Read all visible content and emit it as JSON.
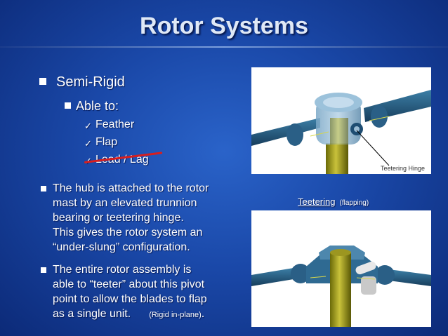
{
  "title": "Rotor Systems",
  "bullets": {
    "level1": "Semi-Rigid",
    "level2": "Able to:",
    "level3": [
      "Feather",
      "Flap",
      "Lead / Lag"
    ]
  },
  "paragraph1": [
    "The hub is attached to the rotor",
    "mast by an elevated trunnion",
    "bearing or teetering hinge.",
    "This gives the rotor system an",
    "“under-slung” configuration."
  ],
  "paragraph2": [
    "The entire rotor assembly is",
    "able to “teeter” about this pivot",
    "point to allow the blades to flap"
  ],
  "paragraph2_last": {
    "main": "as a single unit.",
    "note": "(Rigid in-plane)",
    "dot": "."
  },
  "image_labels": {
    "hinge": "Teetering Hinge"
  },
  "caption": {
    "main": "Teetering",
    "sub": "(flapping)"
  },
  "colors": {
    "background": "#1a48a8",
    "title_text": "#dfe8f6",
    "strike": "#d81e1e",
    "mast": "#c9c23a",
    "blade": "#3c7fa6"
  }
}
